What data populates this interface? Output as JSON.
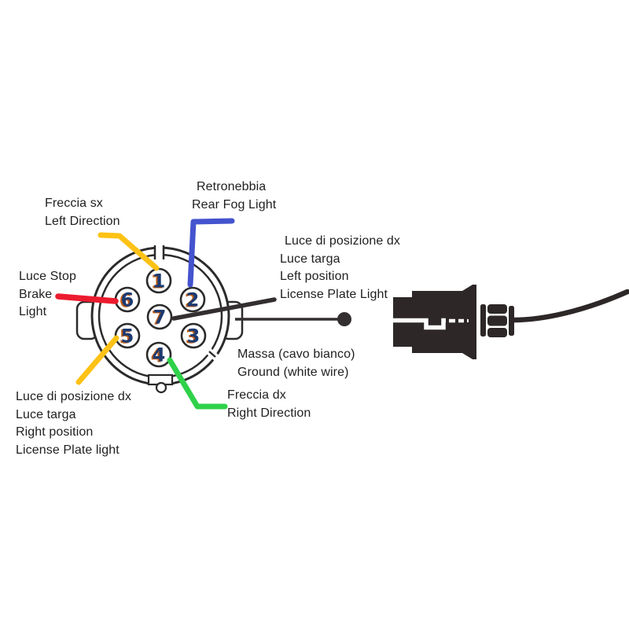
{
  "colors": {
    "yellow": "#FDC215",
    "blue": "#4453CE",
    "red": "#EC1B2E",
    "green": "#2FD14A",
    "line_dark": "#332E2F",
    "silhouette": "#2D2728",
    "outline": "#2B2B2B",
    "pin_digit": "#1D3A70",
    "pin_digit_shadow": "#BF5C15",
    "text": "#1F1F1F",
    "white": "#FFFFFF"
  },
  "pins": [
    {
      "number": "1"
    },
    {
      "number": "2"
    },
    {
      "number": "3"
    },
    {
      "number": "4"
    },
    {
      "number": "5"
    },
    {
      "number": "6"
    },
    {
      "number": "7"
    }
  ],
  "labels": {
    "left_direction": {
      "pin": "1",
      "wire": "yellow",
      "lines": [
        "Freccia sx",
        "Left Direction"
      ]
    },
    "rear_fog_light": {
      "pin": "2",
      "wire": "blue",
      "lines": [
        "Retronebbia",
        "Rear Fog Light"
      ]
    },
    "left_position": {
      "pin": "7",
      "wire": "black",
      "lines": [
        "Luce di posizione dx",
        "Luce targa",
        "Left position",
        "License Plate Light"
      ]
    },
    "brake_light": {
      "pin": "6",
      "wire": "red",
      "lines": [
        "Luce Stop",
        "Brake",
        "Light"
      ]
    },
    "right_position": {
      "pin": "5",
      "wire": "yellow",
      "lines": [
        "Luce di posizione dx",
        "Luce targa",
        "Right position",
        "License Plate light"
      ]
    },
    "ground": {
      "lines": [
        "Massa (cavo bianco)",
        "Ground (white wire)"
      ]
    },
    "right_direction": {
      "pin": "4",
      "wire": "green",
      "lines": [
        "Freccia dx",
        "Right Direction"
      ]
    }
  }
}
